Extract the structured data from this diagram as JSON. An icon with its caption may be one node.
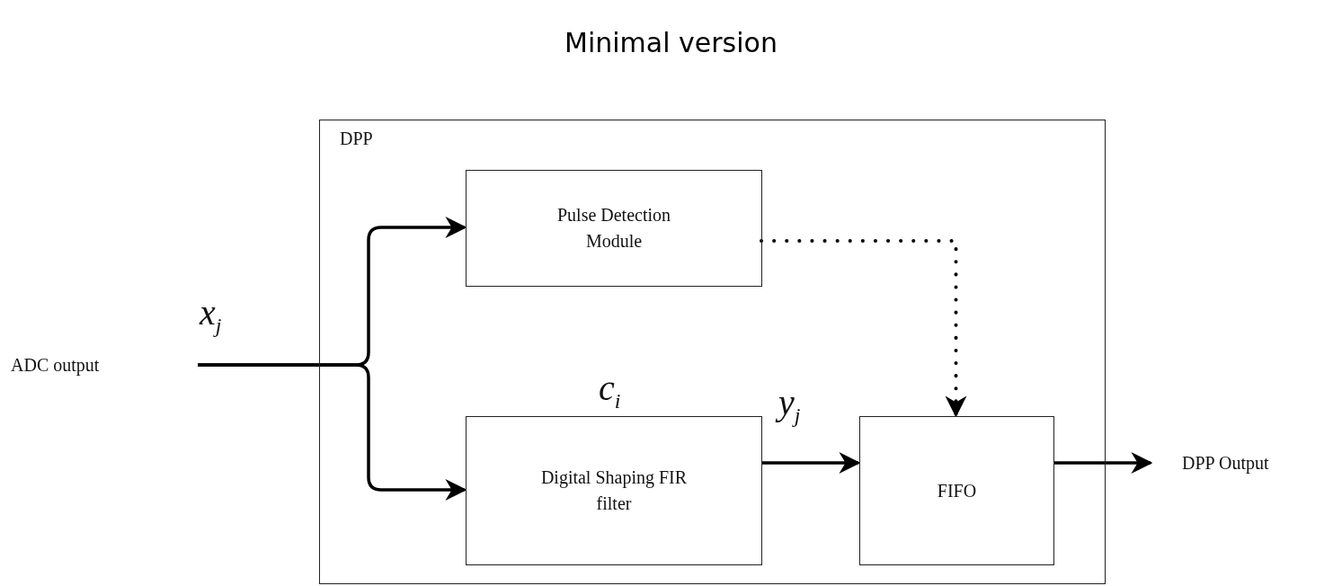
{
  "diagram": {
    "title": "Minimal version",
    "nodes": [
      {
        "text": [
          "DPP"
        ]
      },
      {
        "text": [
          "Pulse Detection Module"
        ],
        "in": 0
      },
      {
        "text": [
          "Digital Shaping FIR filter"
        ],
        "in": 0
      },
      {
        "text": [
          "FIFO"
        ],
        "in": 0
      },
      {
        "text": [
          "ADC output"
        ]
      },
      {
        "text": [
          "DPP Output"
        ]
      }
    ],
    "edges": [
      {
        "from": 4,
        "to": 1,
        "arrow": "to"
      },
      {
        "from": 4,
        "to": 2,
        "arrow": "to"
      },
      {
        "from": 1,
        "to": 3,
        "arrow": "to",
        "style": "dashed"
      },
      {
        "from": 2,
        "to": 3,
        "arrow": "to",
        "label": "y$_{j}$"
      },
      {
        "from": 3,
        "to": 5,
        "arrow": "to"
      }
    ],
    "labels": [
      "x$_{j}$",
      "c$_{i}$"
    ]
  }
}
